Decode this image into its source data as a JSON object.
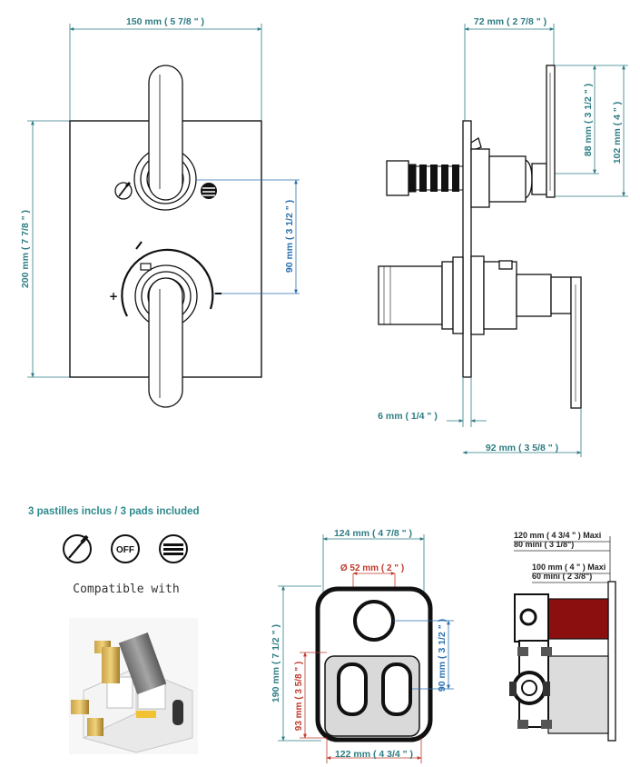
{
  "front_view": {
    "width_label": "150 mm ( 5 7/8 \" )",
    "height_label": "200 mm ( 7 7/8 \" )",
    "spacing_label": "90 mm ( 3 1/2 \" )"
  },
  "side_view": {
    "depth_label": "72 mm ( 2 7/8 \" )",
    "upper_label_a": "88 mm ( 3 1/2 \" )",
    "upper_label_b": "102 mm ( 4 \" )",
    "plate_label": "6 mm ( 1/4 \" )",
    "total_label": "92 mm ( 3 5/8 \" )"
  },
  "pads": {
    "caption": "3 pastilles inclus / 3 pads included",
    "off_text": "OFF"
  },
  "compatible": {
    "text": "Compatible with"
  },
  "rough_in_front": {
    "width_top": "124 mm ( 4 7/8 \" )",
    "hole_diameter": "Ø 52 mm ( 2 \" )",
    "height_total": "190 mm ( 7 1/2 \" )",
    "window_height": "93 mm ( 3 5/8 \" )",
    "spacing": "90 mm ( 3 1/2 \" )",
    "width_bottom": "122 mm ( 4 3/4 \" )"
  },
  "rough_in_side": {
    "max_label": "120 mm ( 4 3/4 \" )  Maxi",
    "min_label": "80 mini  ( 3 1/8\")",
    "max_label_2": "100 mm ( 4 \" )  Maxi",
    "min_label_2": "60 mini  ( 2 3/8\")"
  },
  "colors": {
    "dimension": "#2e7d84",
    "dimension_blue": "#2a6fb0",
    "dimension_red": "#c0392b",
    "body_red": "#8b0f0f"
  }
}
